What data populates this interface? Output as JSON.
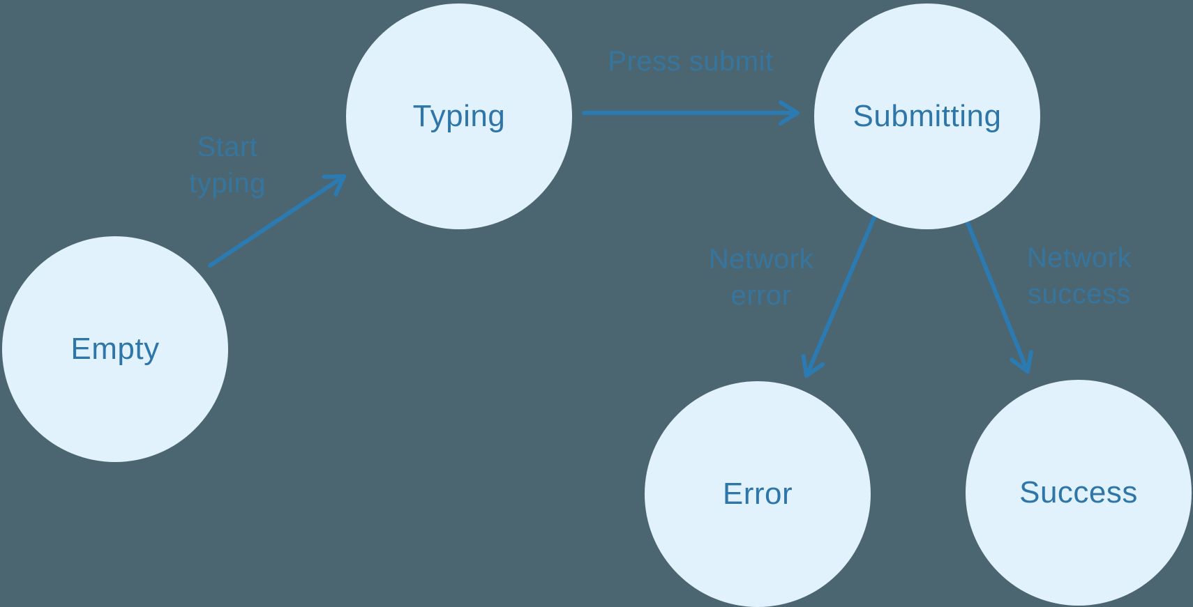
{
  "diagram": {
    "type": "state-diagram",
    "nodes": [
      {
        "id": "empty",
        "label": "Empty"
      },
      {
        "id": "typing",
        "label": "Typing"
      },
      {
        "id": "submitting",
        "label": "Submitting"
      },
      {
        "id": "error",
        "label": "Error"
      },
      {
        "id": "success",
        "label": "Success"
      }
    ],
    "edges": [
      {
        "from": "empty",
        "to": "typing",
        "label": "Start typing",
        "line1": "Start",
        "line2": "typing"
      },
      {
        "from": "typing",
        "to": "submitting",
        "label": "Press submit",
        "line1": "Press submit",
        "line2": ""
      },
      {
        "from": "submitting",
        "to": "error",
        "label": "Network error",
        "line1": "Network",
        "line2": "error"
      },
      {
        "from": "submitting",
        "to": "success",
        "label": "Network success",
        "line1": "Network",
        "line2": "success"
      }
    ],
    "colors": {
      "background": "#4C6671",
      "node_fill": "#E2F2FC",
      "node_text": "#2E75A8",
      "arrow": "#2B7AB2",
      "edge_label": "#36759E"
    }
  }
}
